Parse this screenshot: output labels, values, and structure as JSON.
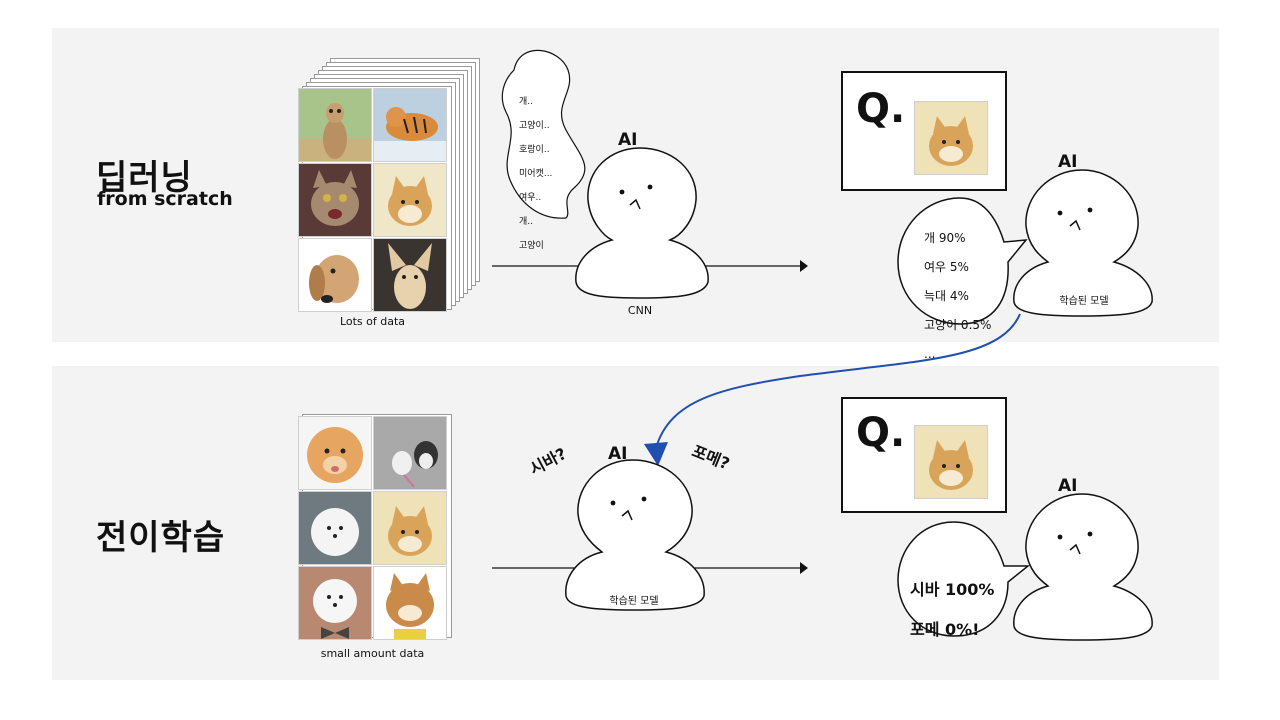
{
  "top": {
    "title_ko": "딥러닝",
    "title_en": "from scratch",
    "data_caption": "Lots of data",
    "model_caption": "CNN",
    "ai_label": "AI",
    "thought_lines": [
      "개..",
      "고양이..",
      "호랑이..",
      "미어캣...",
      "여우..",
      "개..",
      "고양이"
    ],
    "question_mark": "Q.",
    "trained_ai_label": "AI",
    "trained_model_caption": "학습된 모델",
    "answer_lines": [
      "개 90%",
      "여우 5%",
      "늑대 4%",
      "고양이 0.5%",
      "..."
    ],
    "photos": [
      "meerkat",
      "tiger",
      "cat",
      "shiba",
      "dog",
      "fennec-fox"
    ]
  },
  "bottom": {
    "title_ko": "전이학습",
    "data_caption": "small amount data",
    "ai_label": "AI",
    "model_caption": "학습된 모델",
    "question_left": "시바?",
    "question_right": "포메?",
    "question_mark": "Q.",
    "trained_ai_label": "AI",
    "answer_lines": [
      "시바 100%",
      "포메 0%!"
    ],
    "photos": [
      "pomeranian",
      "husky-puppy",
      "white-pomeranian",
      "shiba",
      "pomeranian-bowtie",
      "shiba-smiling"
    ]
  },
  "colors": {
    "panel_bg": "#f3f3f3",
    "transfer_arrow": "#1f4fb0",
    "outline": "#111111"
  }
}
